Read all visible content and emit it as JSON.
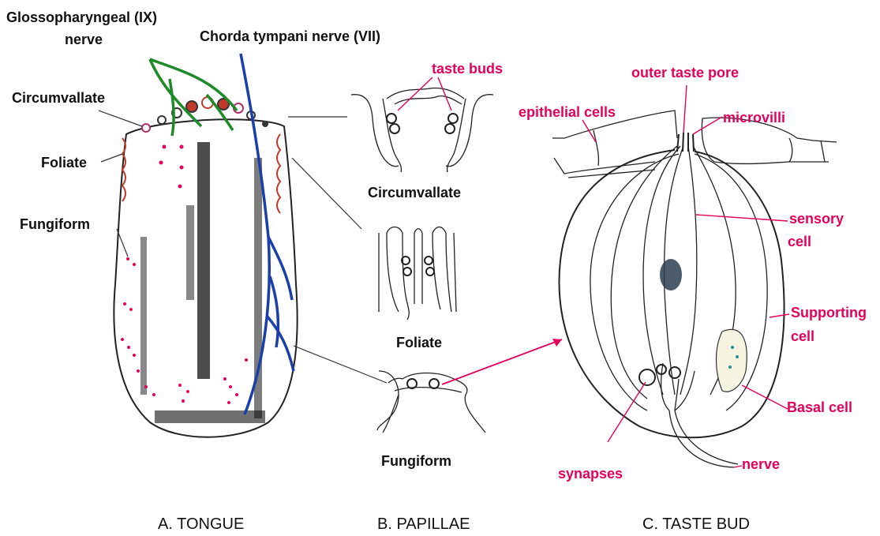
{
  "tongue": {
    "labels": {
      "glosso": "Glossopharyngeal (IX)",
      "glosso2": "nerve",
      "chorda": "Chorda tympani nerve (VII)",
      "circumvallate": "Circumvallate",
      "foliate": "Foliate",
      "fungiform": "Fungiform"
    },
    "caption": "A. TONGUE"
  },
  "papillae": {
    "taste_buds": "taste buds",
    "circumvallate": "Circumvallate",
    "foliate": "Foliate",
    "fungiform": "Fungiform",
    "caption": "B. PAPILLAE"
  },
  "taste_bud": {
    "outer_taste_pore": "outer taste pore",
    "epithelial_cells": "epithelial cells",
    "microvilli": "microvilli",
    "sensory_cell": "sensory",
    "sensory_cell2": "cell",
    "supporting_cell": "Supporting",
    "supporting_cell2": "cell",
    "basal_cell": "Basal cell",
    "synapses": "synapses",
    "nerve": "nerve",
    "caption": "C. TASTE BUD"
  },
  "colors": {
    "label_accent": "#e6005c",
    "glosso_nerve": "#1f8a2a",
    "chorda_nerve": "#1a3fa8"
  }
}
